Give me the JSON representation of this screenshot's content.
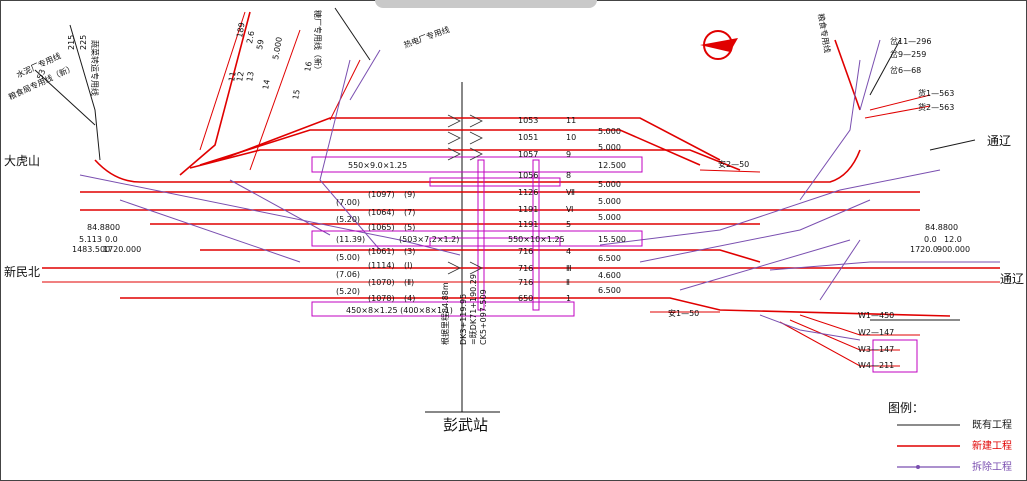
{
  "station": {
    "name": "彭武站",
    "center_notes": [
      "根据里程84.88m",
      "DK3+119.95",
      "=既DK71+190.29",
      "CK5+097.509"
    ]
  },
  "directions": {
    "left_main": "新民北",
    "right_main": "通辽",
    "upper_left": "大虎山",
    "upper_right": "通辽"
  },
  "chainage": {
    "left": [
      "84.8800",
      "5.113",
      "0.0",
      "1483.500",
      "1720.000"
    ],
    "right": [
      "84.8800",
      "0.0",
      "12.0",
      "1720.0",
      "900.000"
    ]
  },
  "branch_lines": {
    "top_left": [
      "水泥厂专用线",
      "粮食局专用线（新）",
      "蔬菜转运专用线"
    ],
    "top_left_codes": [
      "215",
      "225",
      "53"
    ],
    "top_center": [
      "糖厂专用线（新）",
      "热电厂专用线"
    ],
    "top_center_codes": [
      "11",
      "12",
      "13",
      "14",
      "189",
      "2.6",
      "59",
      "5.000"
    ],
    "top_center_mid": [
      "15",
      "16"
    ],
    "top_right": "粮食专用线",
    "top_right_labels": [
      "岔11—296",
      "岔9—259",
      "岔6—68",
      "货1—563",
      "货2—563"
    ],
    "yard_right": [
      "W1—450",
      "W2—147",
      "W3—147",
      "W4—211"
    ],
    "left_lower": "安1—50",
    "right_upper": "安2—50"
  },
  "platforms": {
    "p1": "550×9.0×1.25",
    "p2": "(503×7.2×1.2)",
    "p2b": "550×10×1.25",
    "p3": "450×8×1.25  (400×8×1.1)"
  },
  "tracks": [
    {
      "no": "11",
      "length": "1053",
      "spacing": ""
    },
    {
      "no": "10",
      "length": "1051",
      "spacing": "5.000"
    },
    {
      "no": "9",
      "length": "1057",
      "spacing": "5.000"
    },
    {
      "no": "8",
      "length": "1056",
      "spacing": "12.500"
    },
    {
      "no": "Ⅶ",
      "length": "1126",
      "spacing": "5.000",
      "old_no": "(9)",
      "old_len": "(1097)"
    },
    {
      "no": "Ⅵ",
      "length": "1191",
      "spacing": "5.000",
      "old_no": "(7)",
      "old_len": "(1064)",
      "old_sp": "(7.00)"
    },
    {
      "no": "5",
      "length": "1191",
      "spacing": "5.000",
      "old_no": "(5)",
      "old_len": "(1065)",
      "old_sp": "(5.20)"
    },
    {
      "no": "4",
      "length": "716",
      "spacing": "15.500",
      "old_no": "(3)",
      "old_len": "(1061)",
      "old_sp": "(11.39)"
    },
    {
      "no": "Ⅲ",
      "length": "716",
      "spacing": "6.500",
      "old_no": "(Ⅰ)",
      "old_len": "(1114)",
      "old_sp": "(5.00)"
    },
    {
      "no": "Ⅱ",
      "length": "716",
      "spacing": "4.600",
      "old_no": "(Ⅱ)",
      "old_len": "(1070)",
      "old_sp": "(7.06)"
    },
    {
      "no": "1",
      "length": "650",
      "spacing": "6.500",
      "old_no": "(4)",
      "old_len": "(1078)",
      "old_sp": "(5.20)"
    }
  ],
  "legend": {
    "title": "图例：",
    "items": [
      {
        "label": "既有工程",
        "color": "#1a1a1a"
      },
      {
        "label": "新建工程",
        "color": "#e00000"
      },
      {
        "label": "拆除工程",
        "color": "#7a4fb0"
      }
    ]
  },
  "colors": {
    "existing": "#1a1a1a",
    "new": "#e00000",
    "removed": "#7a4fb0",
    "platform": "#c000c0"
  },
  "logo": "railway-logo-icon"
}
